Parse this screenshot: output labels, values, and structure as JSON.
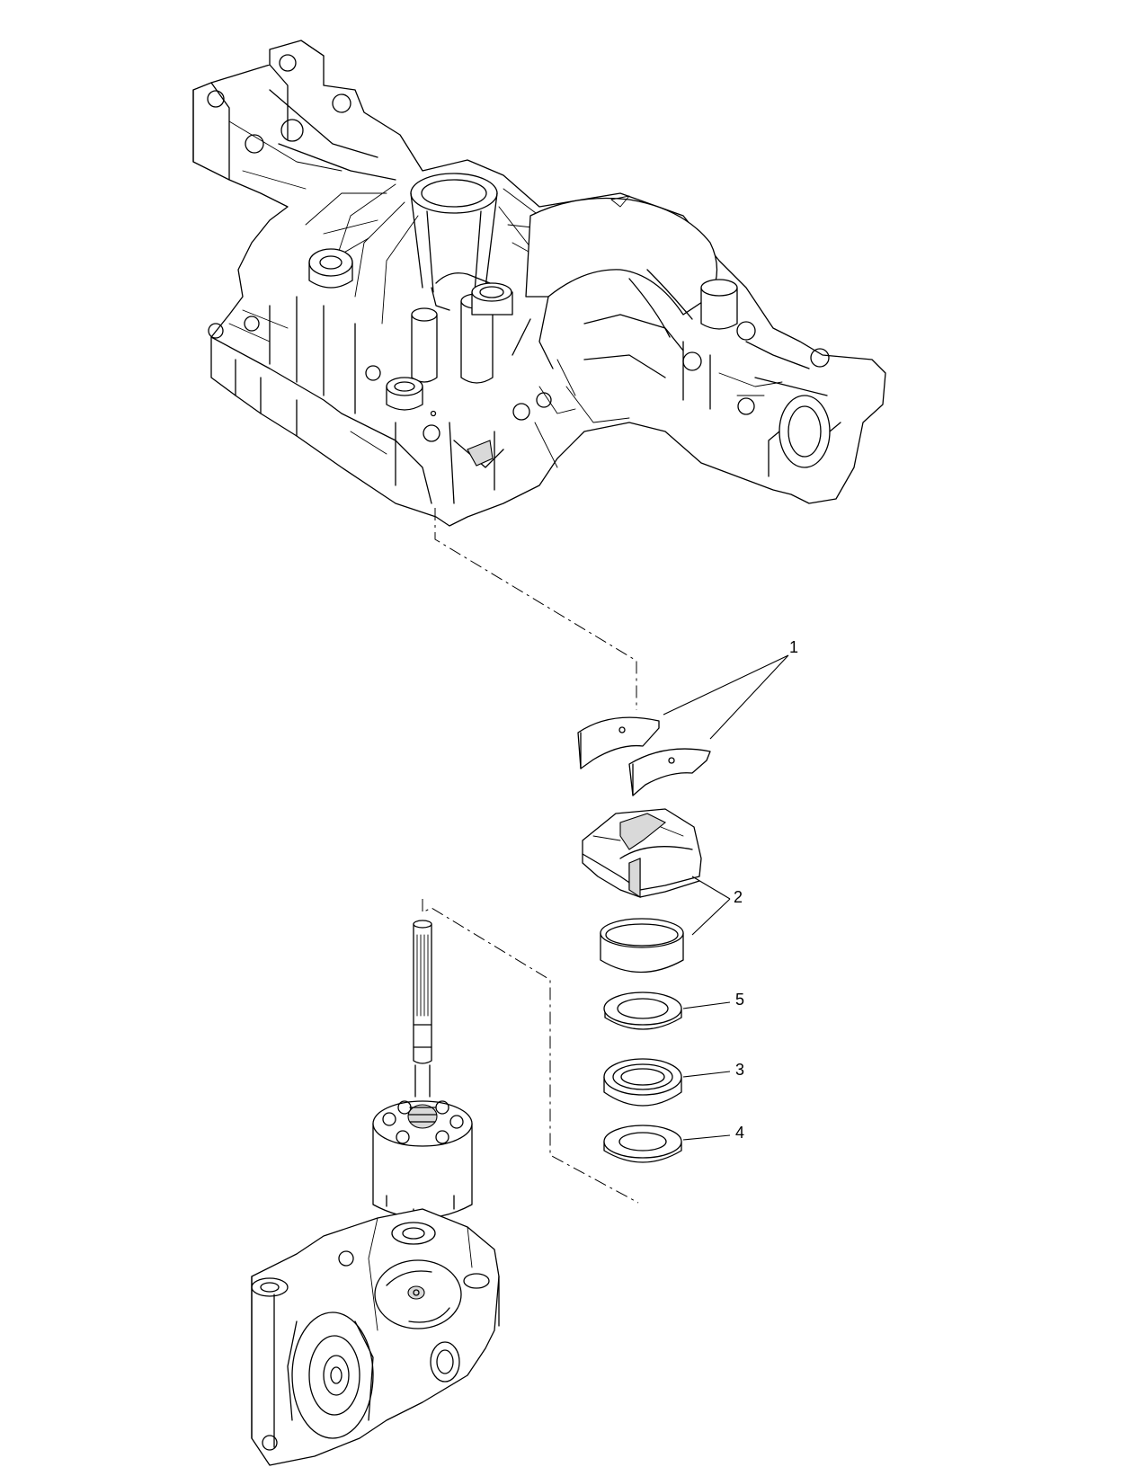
{
  "callouts": [
    {
      "label": "1"
    },
    {
      "label": "2"
    },
    {
      "label": "5"
    },
    {
      "label": "3"
    },
    {
      "label": "4"
    }
  ]
}
